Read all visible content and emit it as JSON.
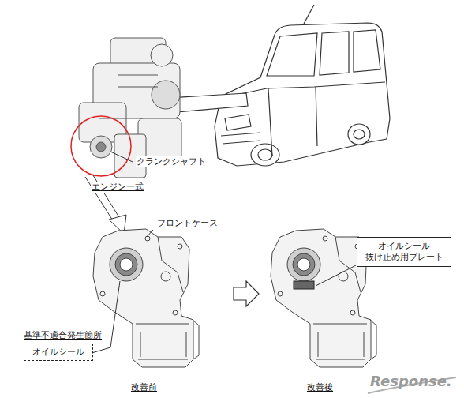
{
  "diagram": {
    "nodes": [
      {
        "text": [
          "基準不適合発生箇所",
          "オイルシール"
        ]
      },
      {
        "text": [
          "オイルシール 抜け止め用プレート"
        ]
      }
    ],
    "labels": [
      "クランクシャフト",
      "エンジン一式",
      "フロントケース",
      "改善前",
      "改善後",
      "Response."
    ]
  }
}
